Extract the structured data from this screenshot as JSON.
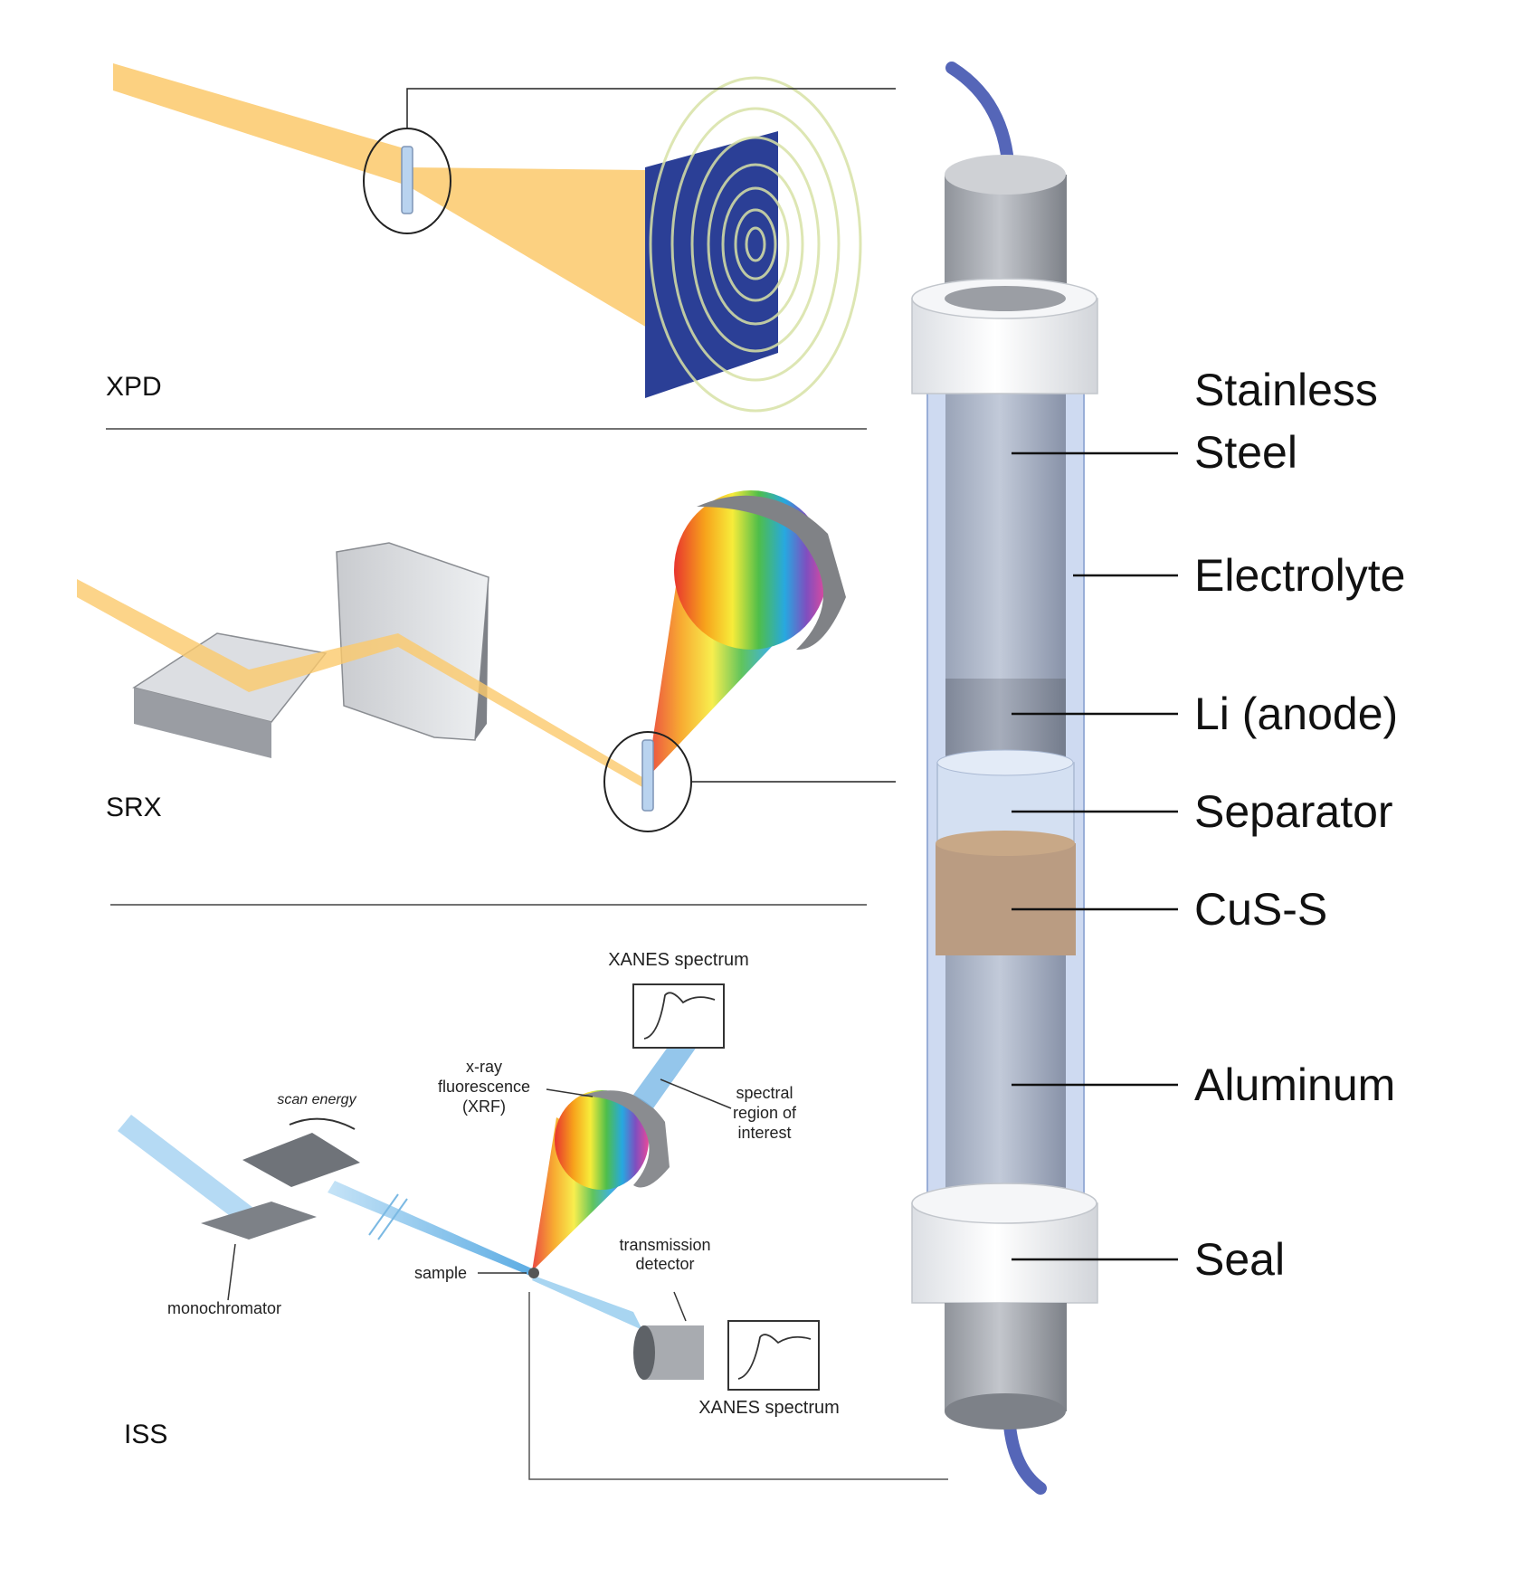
{
  "panels": {
    "xpd": {
      "label": "XPD"
    },
    "srx": {
      "label": "SRX"
    },
    "iss": {
      "label": "ISS"
    }
  },
  "iss_labels": {
    "xanes_top": "XANES spectrum",
    "xrf_line1": "x-ray",
    "xrf_line2": "fluorescence",
    "xrf_line3": "(XRF)",
    "scan_energy": "scan energy",
    "spectral_line1": "spectral",
    "spectral_line2": "region of",
    "spectral_line3": "interest",
    "transmission_line1": "transmission",
    "transmission_line2": "detector",
    "sample": "sample",
    "monochromator": "monochromator",
    "xanes_bottom": "XANES spectrum"
  },
  "cell_labels": {
    "stainless_line1": "Stainless",
    "stainless_line2": "Steel",
    "electrolyte": "Electrolyte",
    "li_anode": "Li (anode)",
    "separator": "Separator",
    "cus_s": "CuS-S",
    "aluminum": "Aluminum",
    "seal": "Seal"
  },
  "colors": {
    "beam": "#fbc96b",
    "detector_blue": "#2b3f96",
    "cable": "#5566b8",
    "tube": "#c9d6f0",
    "cus": "#b89575",
    "xray_blue": "#8cc8ee"
  }
}
